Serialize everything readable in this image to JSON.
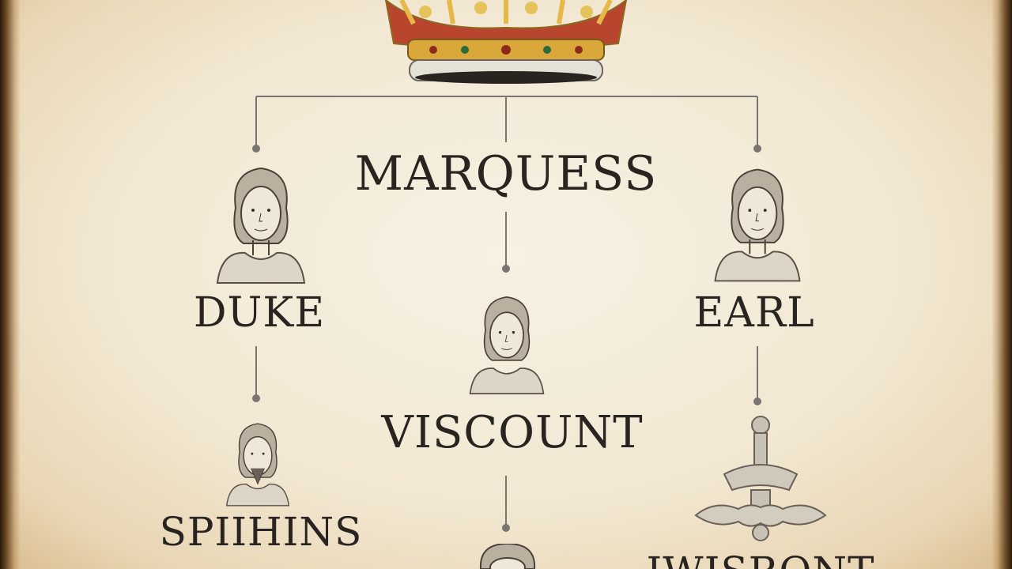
{
  "diagram": {
    "nodes": {
      "marquess": "MARQUESS",
      "duke": "DUKE",
      "earl": "EARL",
      "viscount": "VISCOUNT",
      "bottom_left": "SPIIHINS",
      "bottom_right": "IWISRONT"
    },
    "icons": {
      "crown": "crown-icon",
      "portrait": "portrait-icon",
      "ornament": "ornament-icon"
    },
    "colors": {
      "ink": "#2a2420",
      "line": "#7a7570",
      "crown_red": "#b8452d",
      "crown_gold": "#d9a73a",
      "parchment": "#f4ecdb"
    }
  }
}
